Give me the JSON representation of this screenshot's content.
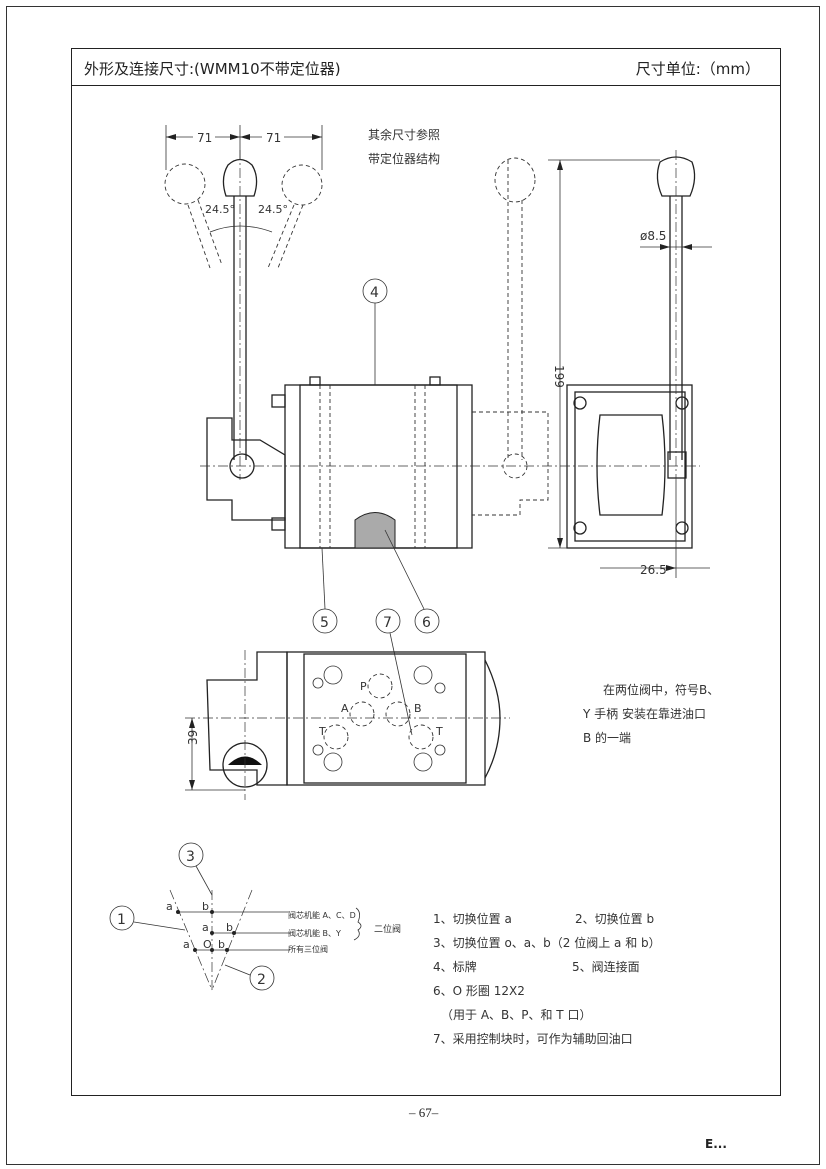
{
  "header": {
    "title": "外形及连接尺寸:(WMM10不带定位器)",
    "unit": "尺寸单位:（mm）"
  },
  "front_view": {
    "dim_left": "71",
    "dim_right": "71",
    "angle_left": "24.5°",
    "angle_right": "24.5°",
    "note": [
      "其余尺寸参照",
      "带定位器结构"
    ],
    "balloons": [
      "4",
      "5",
      "7",
      "6"
    ]
  },
  "side_view": {
    "height": "199",
    "lever_diameter": "ø8.5",
    "offset": "26.5"
  },
  "bottom_view": {
    "dim": "39",
    "ports": [
      "P",
      "A",
      "B",
      "T",
      "T"
    ]
  },
  "install_note": [
    "在两位阀中，符号B、",
    "Y 手柄  安装在靠进油口",
    "B 的一端"
  ],
  "position_diagram": {
    "balloons": [
      "3",
      "1",
      "2"
    ],
    "letters": {
      "row1": [
        "a",
        "b"
      ],
      "row2": [
        "a",
        "b"
      ],
      "row3": [
        "a",
        "O",
        "b"
      ]
    },
    "labels": [
      "阀芯机能 A、C、D",
      "阀芯机能 B、Y",
      "所有三位阀"
    ],
    "group_label": "二位阀"
  },
  "legend": [
    "1、切换位置 a",
    "2、切换位置 b",
    "3、切换位置 o、a、b（2 位阀上 a 和 b）",
    "4、标牌",
    "5、阀连接面",
    "6、O 形圈 12X2",
    "（用于 A、B、P、和 T 口）",
    "7、采用控制块时，可作为辅助回油口"
  ],
  "page_number": "– 67–",
  "corner_mark": "E..."
}
